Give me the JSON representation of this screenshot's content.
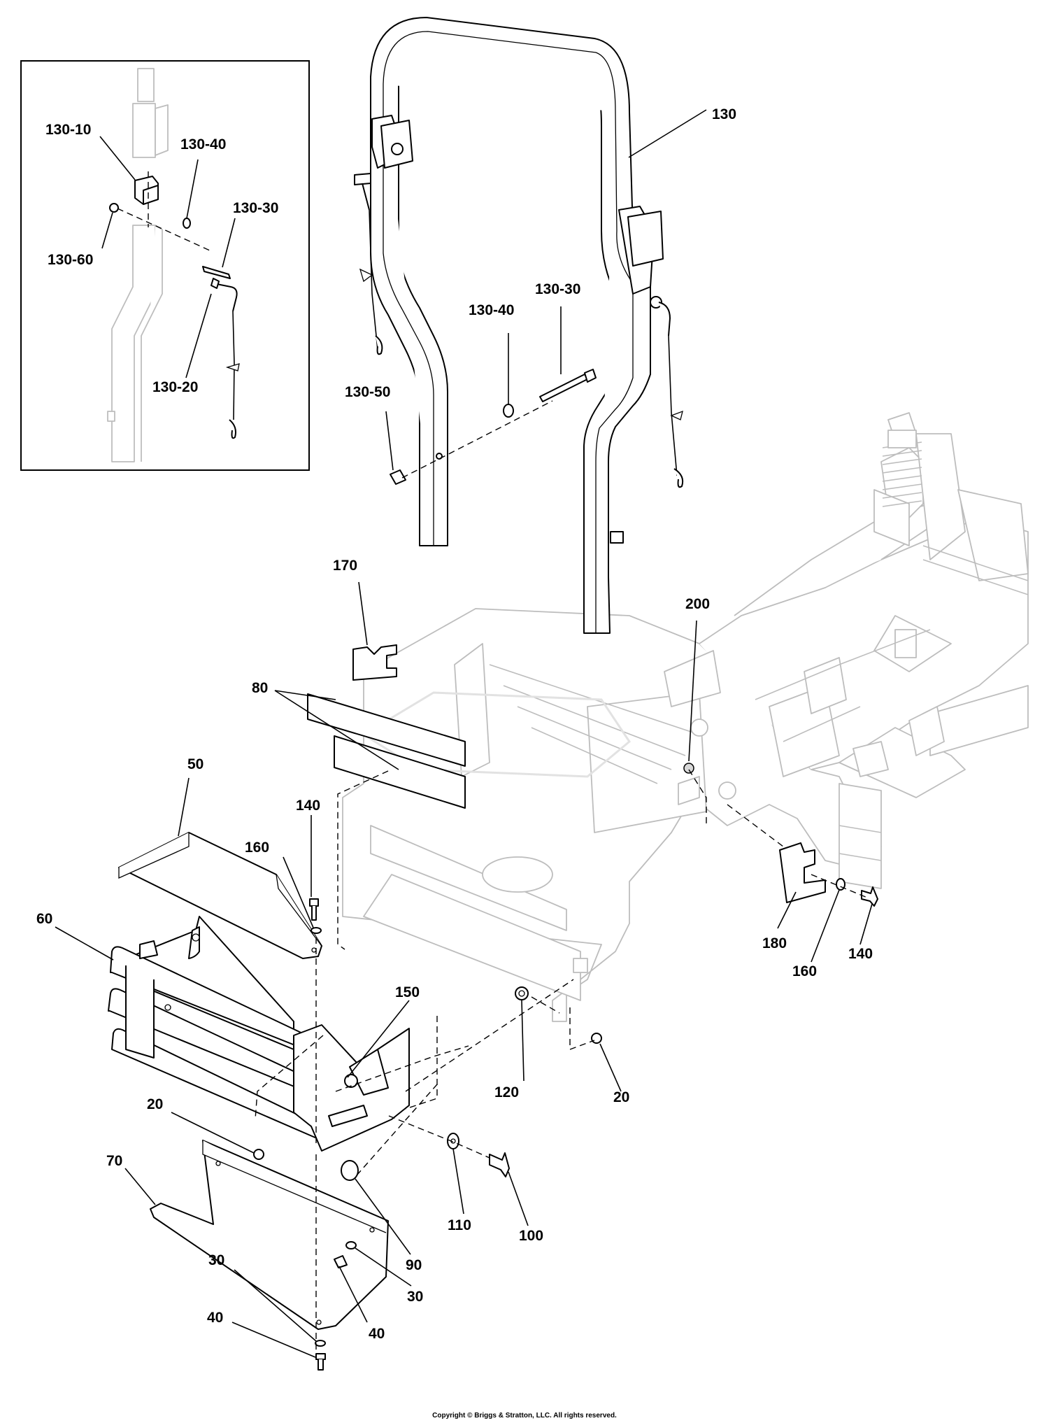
{
  "callouts": {
    "c130": "130",
    "c130_30": "130-30",
    "c130_40": "130-40",
    "c130_50": "130-50",
    "i130_10": "130-10",
    "i130_40": "130-40",
    "i130_30": "130-30",
    "i130_60": "130-60",
    "i130_20": "130-20",
    "c170": "170",
    "c200": "200",
    "c80": "80",
    "c50": "50",
    "c140a": "140",
    "c160a": "160",
    "c60": "60",
    "c150": "150",
    "c120": "120",
    "c20a": "20",
    "c20b": "20",
    "c180": "180",
    "c160b": "160",
    "c140b": "140",
    "c70": "70",
    "c90": "90",
    "c110": "110",
    "c100": "100",
    "c30a": "30",
    "c30b": "30",
    "c40a": "40",
    "c40b": "40"
  },
  "footer": {
    "copyright": "Copyright © Briggs & Stratton, LLC. All rights reserved."
  }
}
